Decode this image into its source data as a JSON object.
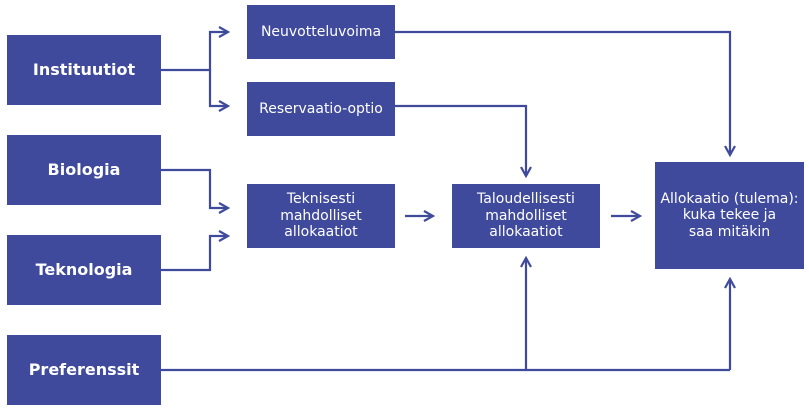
{
  "colors": {
    "box_fill": "#3f4a9c",
    "arrow": "#3f4a9c",
    "text": "#ffffff"
  },
  "nodes": {
    "instituutiot": "Instituutiot",
    "biologia": "Biologia",
    "teknologia": "Teknologia",
    "preferenssit": "Preferenssit",
    "neuvotteluvoima": "Neuvotteluvoima",
    "reservaatio_optio": "Reservaatio-optio",
    "teknisesti": [
      "Teknisesti",
      "mahdolliset",
      "allokaatiot"
    ],
    "taloudellisesti": [
      "Taloudellisesti",
      "mahdolliset",
      "allokaatiot"
    ],
    "allokaatio": [
      "Allokaatio (tulema):",
      "kuka tekee ja",
      "saa mitäkin"
    ]
  }
}
